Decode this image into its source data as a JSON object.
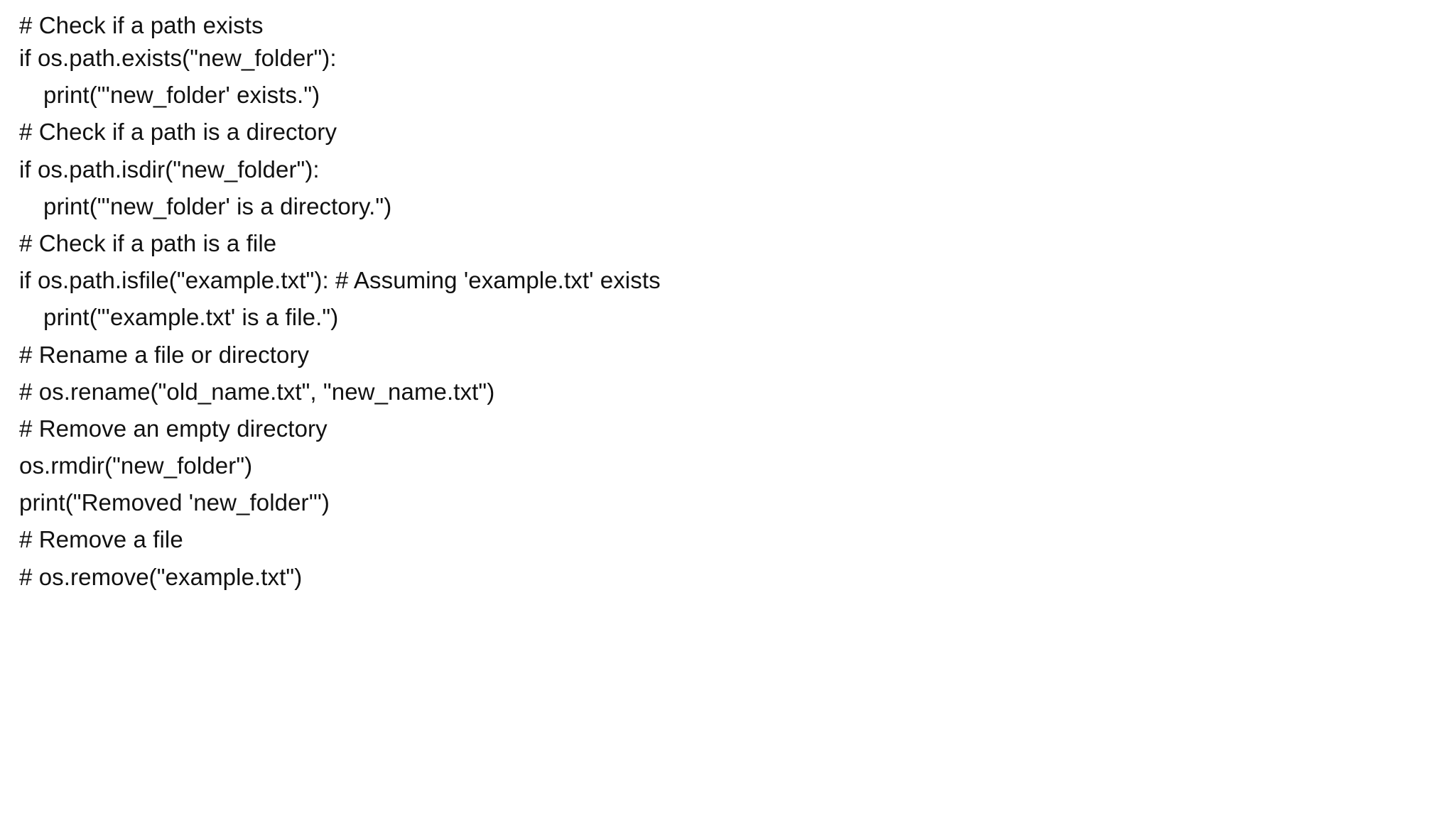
{
  "document": {
    "type": "code-snippet",
    "language": "python",
    "background_color": "#ffffff",
    "text_color": "#111111",
    "lines": [
      {
        "text": "# Check if a path exists",
        "indent": 0,
        "kind": "comment"
      },
      {
        "text": "if os.path.exists(\"new_folder\"):",
        "indent": 0,
        "kind": "code"
      },
      {
        "text": "print(\"'new_folder' exists.\")",
        "indent": 1,
        "kind": "code"
      },
      {
        "text": "# Check if a path is a directory",
        "indent": 0,
        "kind": "comment"
      },
      {
        "text": "if os.path.isdir(\"new_folder\"):",
        "indent": 0,
        "kind": "code"
      },
      {
        "text": "print(\"'new_folder' is a directory.\")",
        "indent": 1,
        "kind": "code"
      },
      {
        "text": "# Check if a path is a file",
        "indent": 0,
        "kind": "comment"
      },
      {
        "text": "if os.path.isfile(\"example.txt\"): # Assuming 'example.txt' exists",
        "indent": 0,
        "kind": "code"
      },
      {
        "text": "print(\"'example.txt' is a file.\")",
        "indent": 1,
        "kind": "code"
      },
      {
        "text": "# Rename a file or directory",
        "indent": 0,
        "kind": "comment"
      },
      {
        "text": "# os.rename(\"old_name.txt\", \"new_name.txt\")",
        "indent": 0,
        "kind": "comment"
      },
      {
        "text": "# Remove an empty directory",
        "indent": 0,
        "kind": "comment"
      },
      {
        "text": "os.rmdir(\"new_folder\")",
        "indent": 0,
        "kind": "code"
      },
      {
        "text": "print(\"Removed 'new_folder'\")",
        "indent": 0,
        "kind": "code"
      },
      {
        "text": "# Remove a file",
        "indent": 0,
        "kind": "comment"
      },
      {
        "text": "# os.remove(\"example.txt\")",
        "indent": 0,
        "kind": "comment"
      }
    ]
  }
}
